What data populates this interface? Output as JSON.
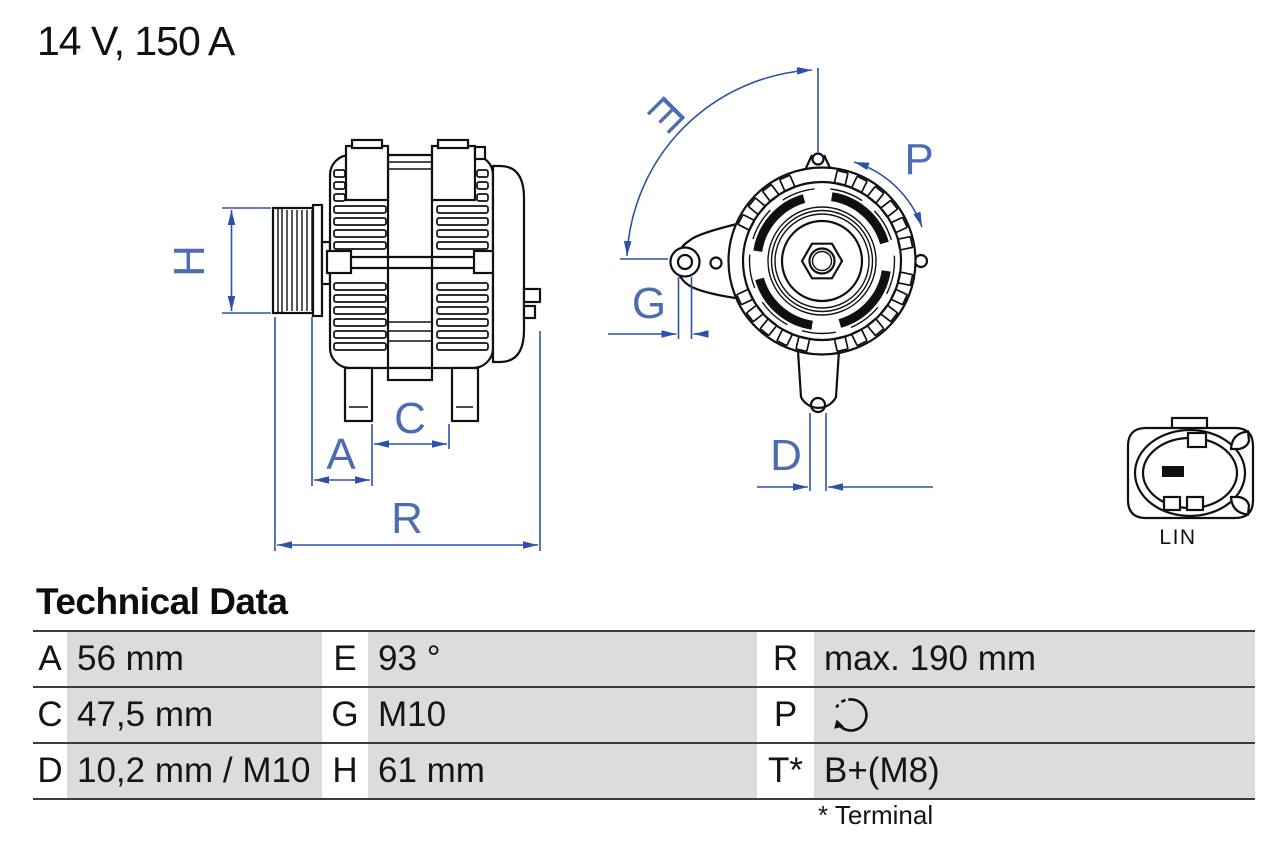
{
  "header": {
    "rating": "14 V, 150 A"
  },
  "drawing": {
    "side_view": {
      "dims": {
        "h": "H",
        "a": "A",
        "c": "C",
        "r": "R"
      }
    },
    "front_view": {
      "dims": {
        "e": "E",
        "g": "G",
        "p": "P",
        "d": "D"
      }
    },
    "connector": {
      "label": "LIN"
    }
  },
  "technical_data": {
    "heading": "Technical Data",
    "rows": [
      {
        "cells": [
          {
            "key": "A",
            "value": "56 mm"
          },
          {
            "key": "E",
            "value": "93 °"
          },
          {
            "key": "R",
            "value": "max. 190 mm"
          }
        ]
      },
      {
        "cells": [
          {
            "key": "C",
            "value": "47,5 mm"
          },
          {
            "key": "G",
            "value": "M10"
          },
          {
            "key": "P",
            "value": "",
            "icon": "rotation-direction-icon"
          }
        ]
      },
      {
        "cells": [
          {
            "key": "D",
            "value": "10,2 mm / M10"
          },
          {
            "key": "H",
            "value": "61 mm"
          },
          {
            "key": "T*",
            "value": "B+(M8)"
          }
        ]
      }
    ],
    "footnote": "* Terminal"
  },
  "colors": {
    "dimension_line_blue": "#2d52a7",
    "dimension_label_blue": "#4d6cb3",
    "table_cell_gray": "#dcdcdc",
    "drawing_black": "#101010"
  }
}
